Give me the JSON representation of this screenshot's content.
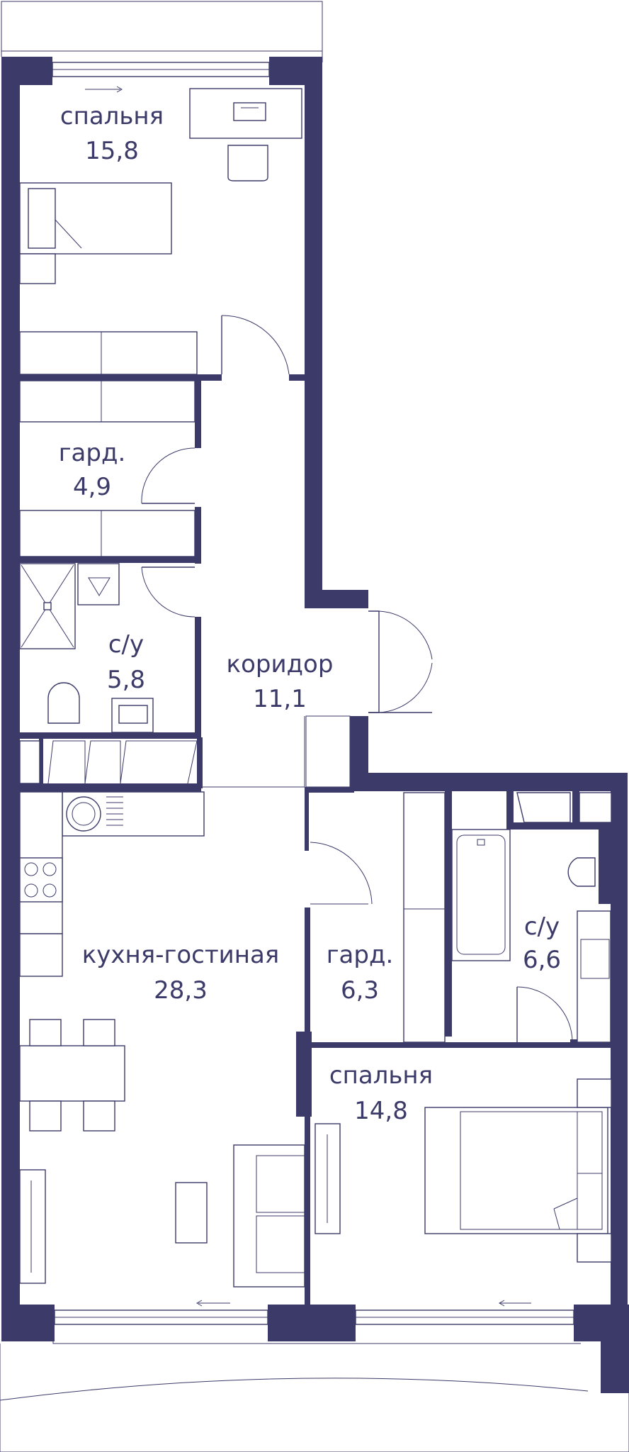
{
  "colors": {
    "wall": "#3b3a69",
    "background": "#ffffff"
  },
  "rooms": [
    {
      "name": "спальня",
      "area": "15,8"
    },
    {
      "name": "гард.",
      "area": "4,9"
    },
    {
      "name": "с/у",
      "area": "5,8"
    },
    {
      "name": "коридор",
      "area": "11,1"
    },
    {
      "name": "кухня-гостиная",
      "area": "28,3"
    },
    {
      "name": "гард.",
      "area": "6,3"
    },
    {
      "name": "с/у",
      "area": "6,6"
    },
    {
      "name": "спальня",
      "area": "14,8"
    }
  ],
  "icons": [
    "arrow-right-icon",
    "arrow-left-icon",
    "bed-icon",
    "stove-icon",
    "washing-machine-icon",
    "toilet-icon",
    "bathtub-icon",
    "sink-icon",
    "shower-icon",
    "sofa-icon",
    "dining-table-icon",
    "desk-icon"
  ]
}
